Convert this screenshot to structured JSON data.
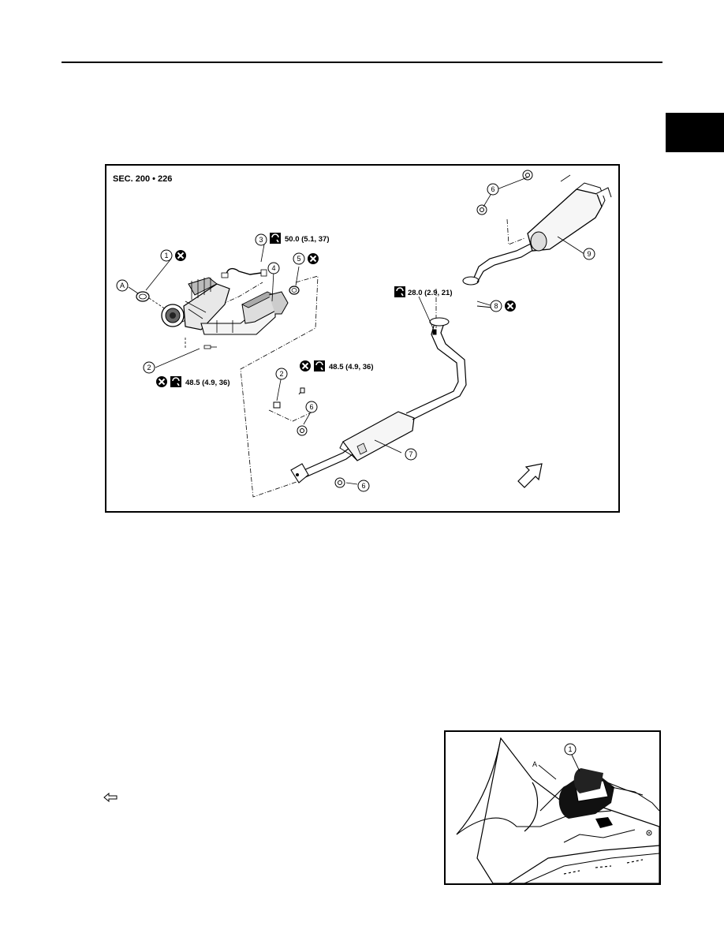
{
  "figure": {
    "section_label": "SEC. 200 • 226",
    "callouts": [
      "1",
      "2",
      "3",
      "4",
      "5",
      "6",
      "7",
      "8",
      "9",
      "A"
    ],
    "torques": {
      "oxygen_sensor": "50.0 (5.1, 37)",
      "manifold_nut": "48.5 (4.9, 36)",
      "front_tube_bolt": "48.5 (4.9, 36)",
      "center_nut": "28.0 (2.9, 21)"
    }
  },
  "photo": {
    "label_a": "A",
    "callout": "1"
  },
  "icons": {
    "torque": "torque-wrench-icon",
    "no_reuse": "do-not-reuse-icon",
    "arrow": "front-direction-arrow-icon",
    "back": "back-arrow-icon"
  }
}
